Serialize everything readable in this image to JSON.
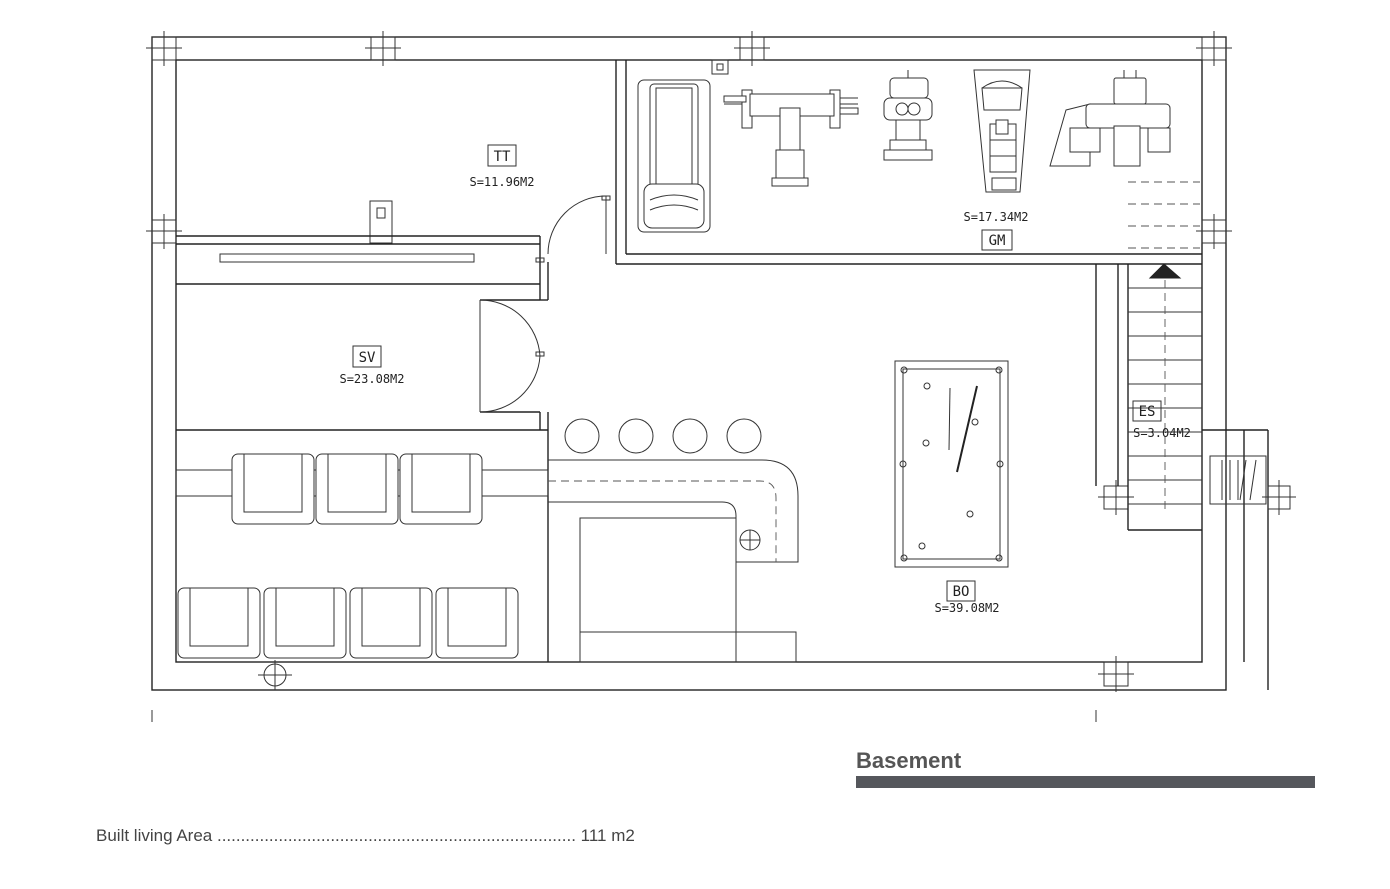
{
  "rooms": {
    "tt": {
      "code": "TT",
      "area": "S=11.96M2"
    },
    "gm": {
      "code": "GM",
      "area": "S=17.34M2"
    },
    "sv": {
      "code": "SV",
      "area": "S=23.08M2"
    },
    "bo": {
      "code": "BO",
      "area": "S=39.08M2"
    },
    "es": {
      "code": "ES",
      "area": "S=3.04M2"
    }
  },
  "title": "Basement",
  "summary": {
    "label": "Built living Area",
    "dots": "............................................................................",
    "value": "111 m2"
  },
  "colors": {
    "line": "#222222",
    "title_text": "#555555",
    "title_bar": "#55575c",
    "summary_text": "#444444"
  }
}
